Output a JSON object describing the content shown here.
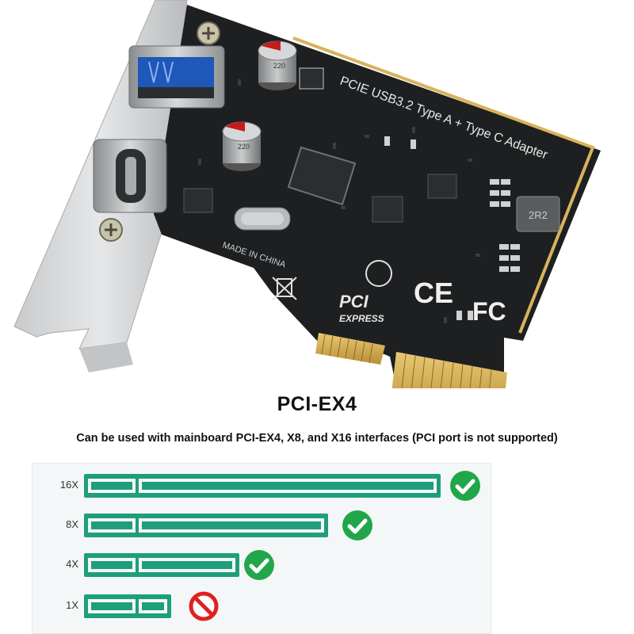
{
  "product_title": "PCI-EX4",
  "compatibility_note": "Can be used with mainboard PCI-EX4, X8, and X16 interfaces (PCI port is not supported)",
  "card_text": {
    "silk_title": "PCIE USB3.2 Type A + Type C Adapter",
    "made_in": "MADE IN CHINA",
    "pci_logo_top": "PCI",
    "pci_logo_bottom": "EXPRESS",
    "ce_mark": "CE",
    "fc_mark": "FC",
    "inductor_code": "2R2",
    "capacitor_1": "220",
    "capacitor_2": "220"
  },
  "slots": [
    {
      "label": "16X",
      "supported": true
    },
    {
      "label": "8X",
      "supported": true
    },
    {
      "label": "4X",
      "supported": true
    },
    {
      "label": "1X",
      "supported": false
    }
  ],
  "colors": {
    "slot_green": "#1e9e7a",
    "check_green": "#22a64a",
    "no_red": "#e02020",
    "pcb_black": "#1d1f21",
    "gold": "#d8b35a",
    "bracket": "#d4d6d8"
  },
  "icons": {
    "supported": "check-circle-icon",
    "unsupported": "no-entry-icon"
  }
}
